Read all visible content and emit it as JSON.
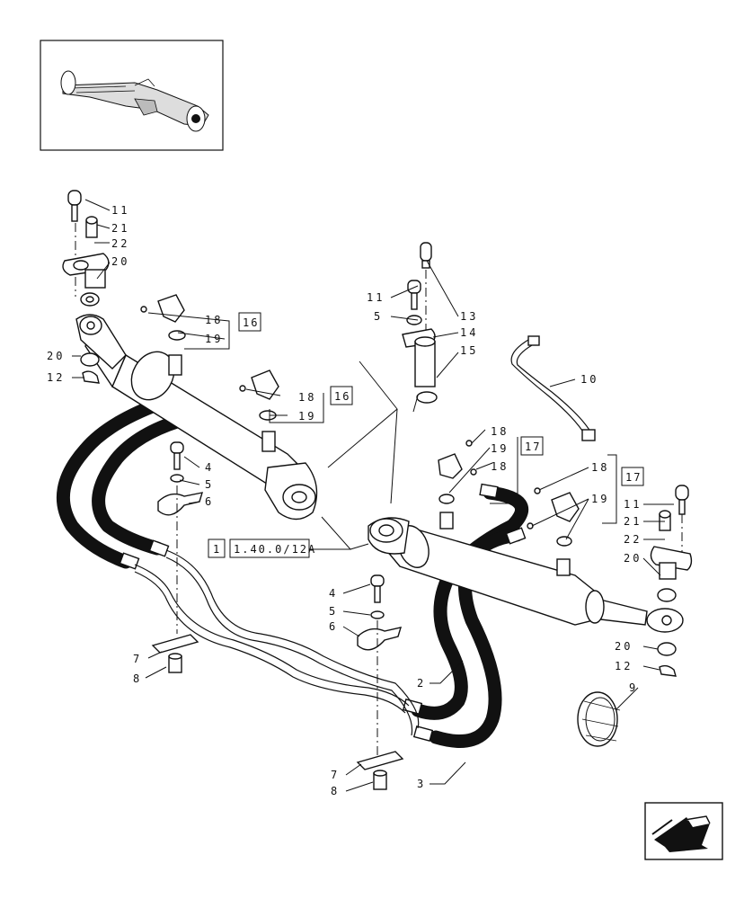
{
  "callouts": [
    {
      "id": "c11a",
      "text": "11"
    },
    {
      "id": "c21a",
      "text": "21"
    },
    {
      "id": "c22a",
      "text": "22"
    },
    {
      "id": "c20a",
      "text": "20"
    },
    {
      "id": "c18a",
      "text": "18"
    },
    {
      "id": "c19a",
      "text": "19"
    },
    {
      "id": "c20b",
      "text": "20"
    },
    {
      "id": "c12a",
      "text": "12"
    },
    {
      "id": "c18b",
      "text": "18"
    },
    {
      "id": "c19b",
      "text": "19"
    },
    {
      "id": "c4a",
      "text": "4"
    },
    {
      "id": "c5a",
      "text": "5"
    },
    {
      "id": "c6a",
      "text": "6"
    },
    {
      "id": "c7a",
      "text": "7"
    },
    {
      "id": "c8a",
      "text": "8"
    },
    {
      "id": "c13",
      "text": "13"
    },
    {
      "id": "c11b",
      "text": "11"
    },
    {
      "id": "c5b",
      "text": "5"
    },
    {
      "id": "c14",
      "text": "14"
    },
    {
      "id": "c15",
      "text": "15"
    },
    {
      "id": "c10",
      "text": "10"
    },
    {
      "id": "c18c",
      "text": "18"
    },
    {
      "id": "c19c",
      "text": "19"
    },
    {
      "id": "c18d",
      "text": "18"
    },
    {
      "id": "c18e",
      "text": "18"
    },
    {
      "id": "c19d",
      "text": "19"
    },
    {
      "id": "c11c",
      "text": "11"
    },
    {
      "id": "c21b",
      "text": "21"
    },
    {
      "id": "c22b",
      "text": "22"
    },
    {
      "id": "c20c",
      "text": "20"
    },
    {
      "id": "c20d",
      "text": "20"
    },
    {
      "id": "c12b",
      "text": "12"
    },
    {
      "id": "c9",
      "text": "9"
    },
    {
      "id": "c4b",
      "text": "4"
    },
    {
      "id": "c5c",
      "text": "5"
    },
    {
      "id": "c6b",
      "text": "6"
    },
    {
      "id": "c2",
      "text": "2"
    },
    {
      "id": "c3",
      "text": "3"
    },
    {
      "id": "c7b",
      "text": "7"
    },
    {
      "id": "c8b",
      "text": "8"
    }
  ],
  "boxes": {
    "b16a": "16",
    "b16b": "16",
    "b17a": "17",
    "b17b": "17",
    "b1": "1",
    "bref": "1.40.0/12A"
  }
}
